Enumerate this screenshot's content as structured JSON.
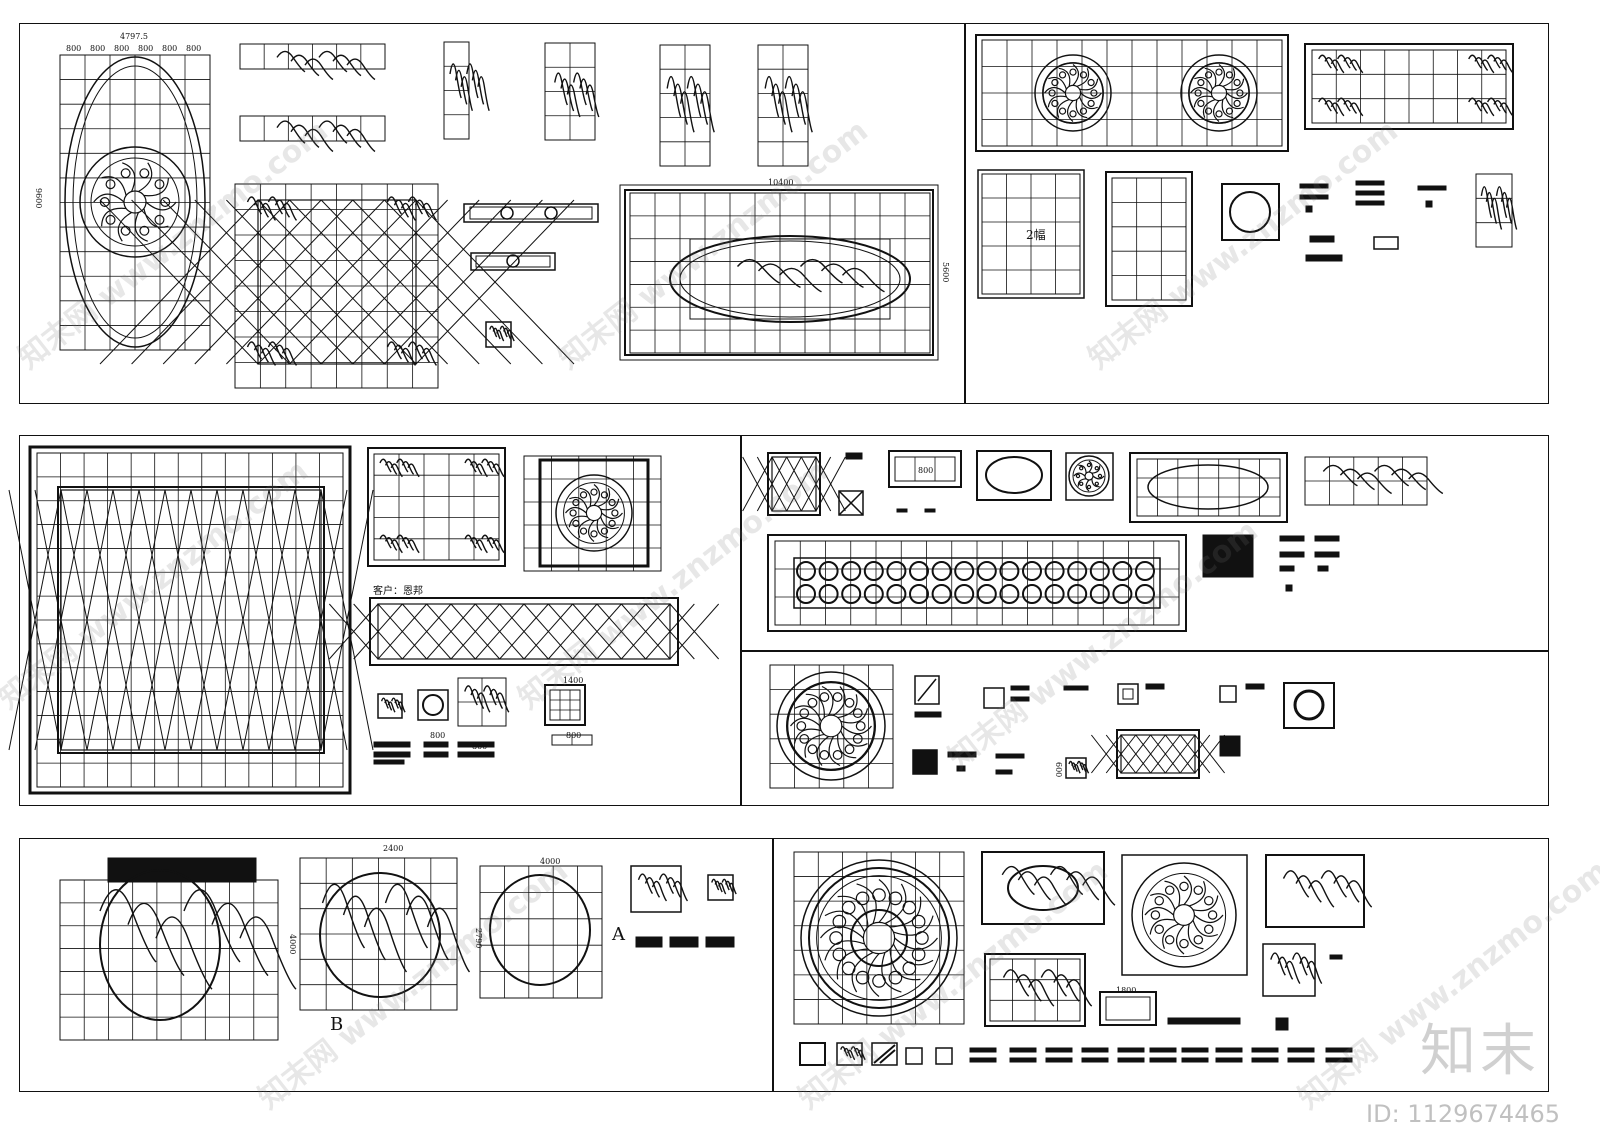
{
  "sheet": {
    "dims": {
      "top_width": "4797.5",
      "cell": "800",
      "left_height": "9600",
      "center_width": "10400",
      "center_height": "5600",
      "b2400": "2400",
      "b4000": "4000",
      "b2790": "2790",
      "b1800": "1800",
      "b1400": "1400",
      "b600": "600"
    },
    "labels": {
      "two_frames": "2幅",
      "client": "客户：恩邦",
      "mark_a": "A",
      "mark_b": "B"
    },
    "watermark": "知末网 www.znzmo.com",
    "brand": "知末",
    "image_id": "ID: 1129674465"
  },
  "colors": {
    "line": "#111111",
    "fill_dark": "#111111",
    "watermark": "#9a9a9a"
  }
}
